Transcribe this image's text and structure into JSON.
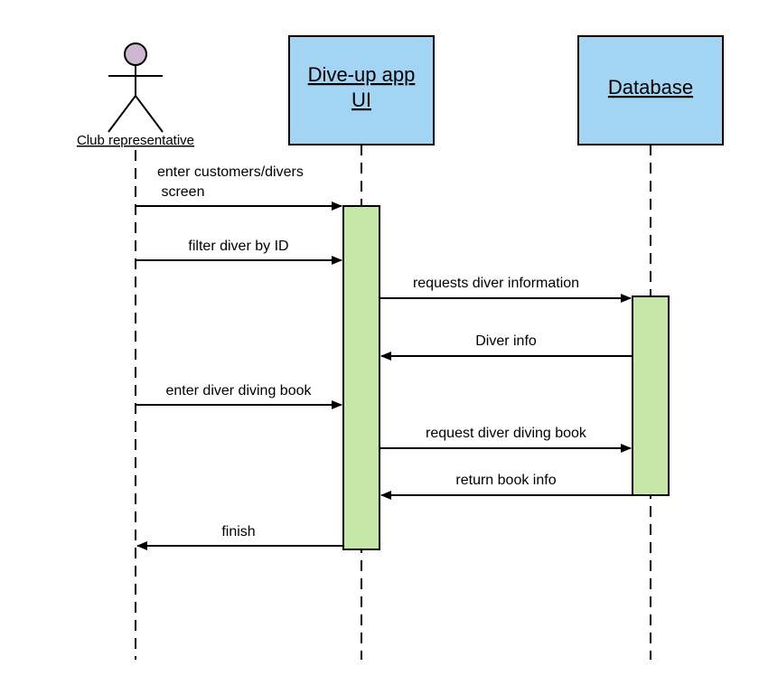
{
  "diagram": {
    "colors": {
      "participant_fill": "#a4d4f3",
      "activation_fill": "#c5e8a9",
      "actor_head": "#cdb6d0",
      "line": "#000000"
    },
    "actor": {
      "label": "Club representative"
    },
    "participants": [
      {
        "line1": "Dive-up app",
        "line2": "UI"
      },
      {
        "line1": "Database"
      }
    ],
    "messages": [
      {
        "line1": "enter customers/divers",
        "line2": " screen"
      },
      {
        "line1": "filter diver by ID"
      },
      {
        "line1": "requests diver information"
      },
      {
        "line1": "Diver info"
      },
      {
        "line1": "enter diver diving book"
      },
      {
        "line1": "request diver diving book"
      },
      {
        "line1": "return book info"
      },
      {
        "line1": "finish"
      }
    ]
  }
}
